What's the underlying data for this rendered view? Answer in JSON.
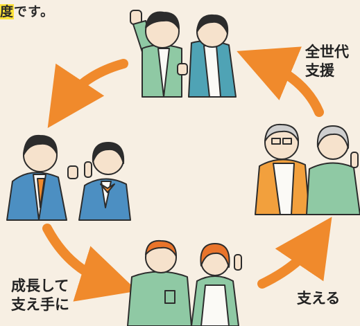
{
  "header": {
    "highlight": "度",
    "tail": "です。"
  },
  "labels": {
    "all_generation_line1": "全世代",
    "all_generation_line2": "支援",
    "grow_line1": "成長して",
    "grow_line2": "支え手に",
    "support": "支える"
  },
  "colors": {
    "arrow": "#f08a2c",
    "background": "#f7efe3",
    "highlight": "#ffe23a"
  },
  "groups": [
    {
      "name": "young-adults-cheering",
      "icon": "people-cheering-icon"
    },
    {
      "name": "students",
      "icon": "students-icon"
    },
    {
      "name": "workers",
      "icon": "workers-icon"
    },
    {
      "name": "elderly-couple",
      "icon": "elderly-icon"
    }
  ]
}
